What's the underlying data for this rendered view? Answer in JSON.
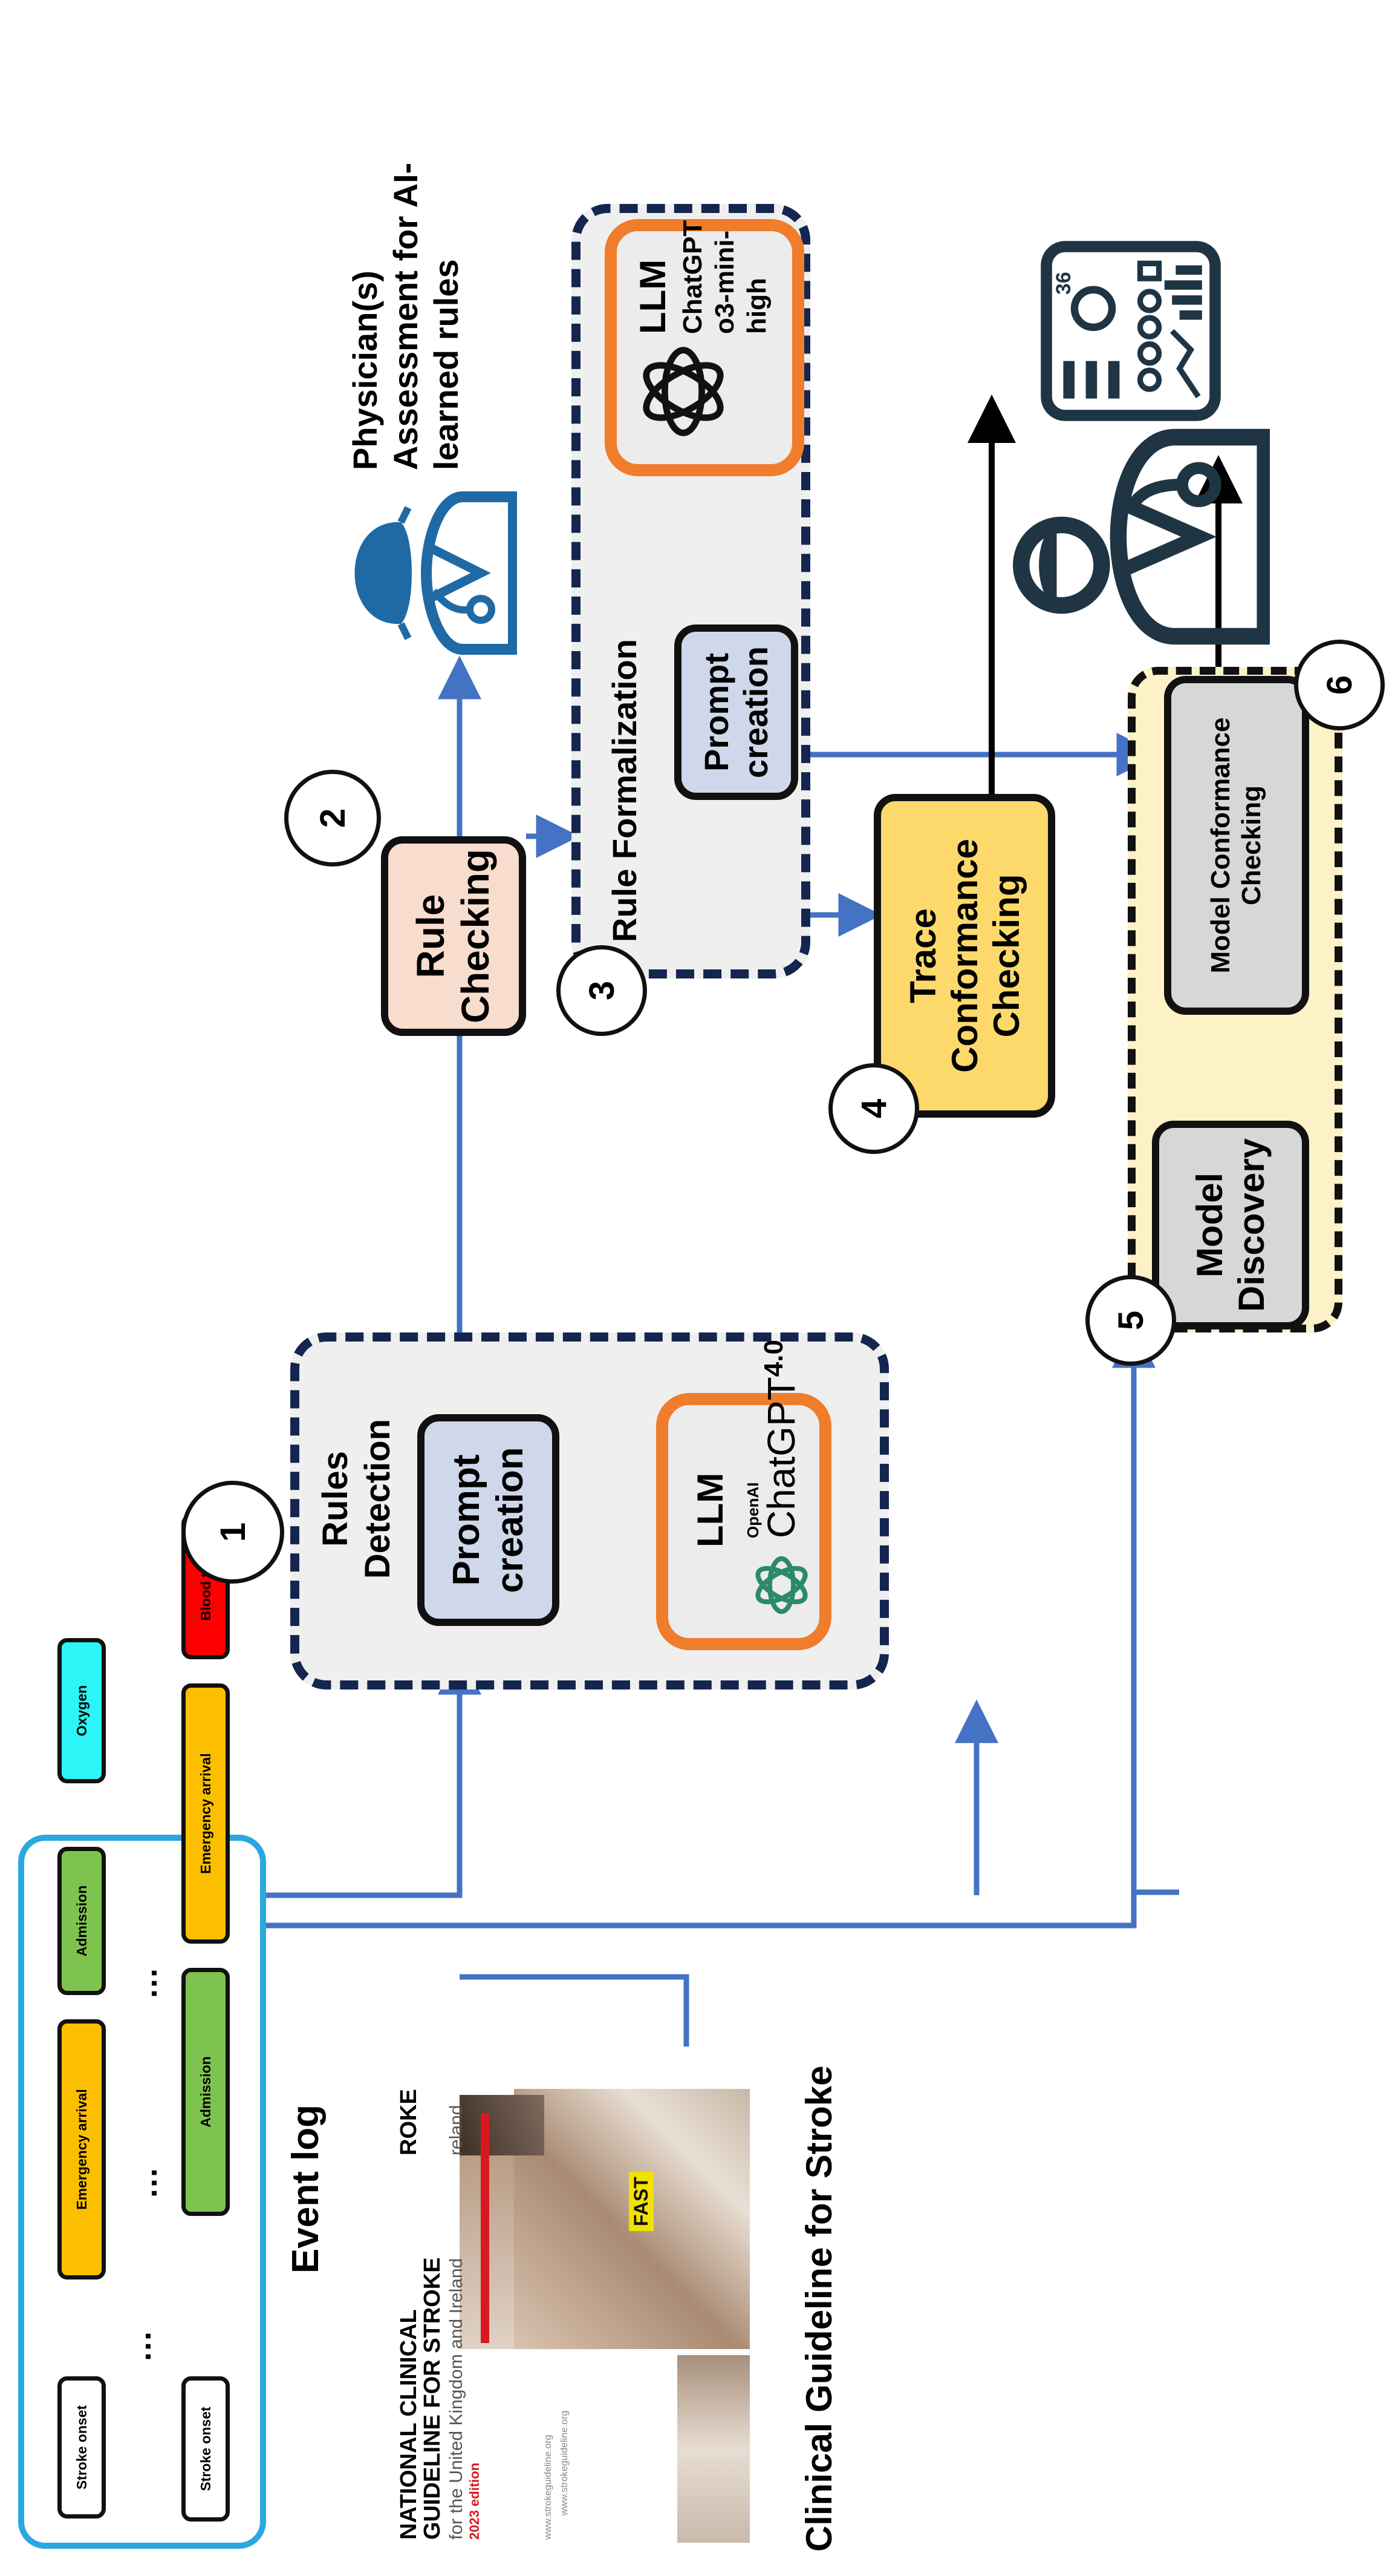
{
  "event_log": {
    "title": "Event log",
    "row1": [
      "Stroke onset",
      "Emergency arrival",
      "Admission",
      "Oxygen"
    ],
    "row2": [
      "Stroke onset",
      "Admission",
      "Emergency arrival",
      "Blood test"
    ],
    "ellipsis": "..."
  },
  "guideline": {
    "caption": "Clinical Guideline for Stroke",
    "cover_title_1": "NATIONAL CLINICAL",
    "cover_title_2": "GUIDELINE FOR STROKE",
    "cover_subtitle": "for the United Kingdom and Ireland",
    "cover_edition": "2023 edition",
    "cover_url": "www.strokeguideline.org",
    "cover_back_1": "ROKE",
    "cover_back_2": "reland",
    "cover_back_url": "www.strokeguideline.org",
    "cover_fast": "FAST"
  },
  "steps": {
    "rules_detection": "Rules Detection",
    "prompt_creation_1": "Prompt creation",
    "llm_1": "LLM",
    "openai": "OpenAI",
    "chatgpt": "ChatGPT",
    "chatgpt_version": "4.0",
    "rule_checking": "Rule Checking",
    "rule_formalization": "Rule Formalization",
    "prompt_creation_2": "Prompt creation",
    "llm_2": "LLM",
    "llm_2_model": "ChatGPT o3-mini-high",
    "trace_conformance": "Trace Conformance Checking",
    "model_discovery": "Model Discovery",
    "model_conformance": "Model Conformance Checking",
    "physicians": "Physician(s) Assessment for AI-learned rules"
  },
  "badges": [
    "1",
    "2",
    "3",
    "4",
    "5",
    "6"
  ],
  "dashboard_value": "36",
  "colors": {
    "arrow_blue": "#4472c4",
    "dark_navy": "#14264f",
    "llm_border": "#ef7d2b",
    "prompt_fill": "#cfd8ea",
    "rule_checking_fill": "#f8dccd",
    "trace_fill": "#fcd96a",
    "model_fill": "#d7d7d7",
    "model_panel_fill": "#fdf1c8",
    "event_log_border": "#2aa8e0",
    "stroke_onset": "#ffffff",
    "emergency_arrival": "#fbbf00",
    "admission": "#7ec34f",
    "oxygen": "#2df4f6",
    "blood_test": "#ff0000",
    "doctor_blue": "#1f6aa5",
    "doctor_dark": "#1f3543"
  },
  "icons": [
    "openai-logo-icon",
    "doctor-icon",
    "physician-dashboard-icon"
  ]
}
